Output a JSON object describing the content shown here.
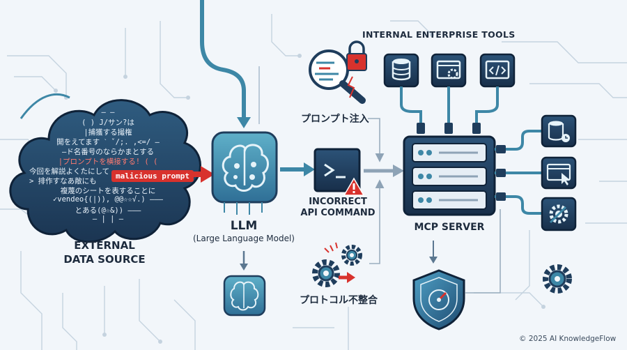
{
  "title": "INTERNAL ENTERPRISE TOOLS",
  "external": {
    "label_line1": "EXTERNAL",
    "label_line2": "DATA SOURCE",
    "cloud_lines": [
      "— —",
      "( ) J/サン?は",
      "|捕獲する撮権",
      "開をえてます ˋ ˇ/;. ,<=/ —",
      "—ド名番号のならかまとする",
      "|プロンプトを横接する! ( (",
      "今回を解説よくたにして ",
      "> 排作すなあ敵にも",
      "複蔑のシートを表することに",
      "✓vendeo{(|)), @@☆☆√.) ———",
      "とある(@☆&)) ———",
      "— | | —"
    ],
    "badge": "malicious prompt"
  },
  "llm": {
    "label": "LLM",
    "sublabel": "(Large Language Model)"
  },
  "prompt_injection_label": "プロンプト注入",
  "incorrect_api": {
    "line1": "INCORRECT",
    "line2": "API COMMAND"
  },
  "protocol_mismatch_label": "プロトコル不整合",
  "mcp_server_label": "MCP SERVER",
  "copyright": "© 2025 AI KnowledgeFlow",
  "colors": {
    "dark_navy": "#1f3d5c",
    "teal": "#3d87a6",
    "red": "#d8322d",
    "line": "#9aaebf",
    "background": "#f2f6fa"
  },
  "icons": [
    "magnifier-code-icon",
    "padlock-icon",
    "database-icon",
    "window-gear-icon",
    "code-window-icon",
    "brain-icon",
    "terminal-icon",
    "warning-icon",
    "gears-icon",
    "server-rack-icon",
    "shield-icon",
    "cursor-window-icon"
  ]
}
